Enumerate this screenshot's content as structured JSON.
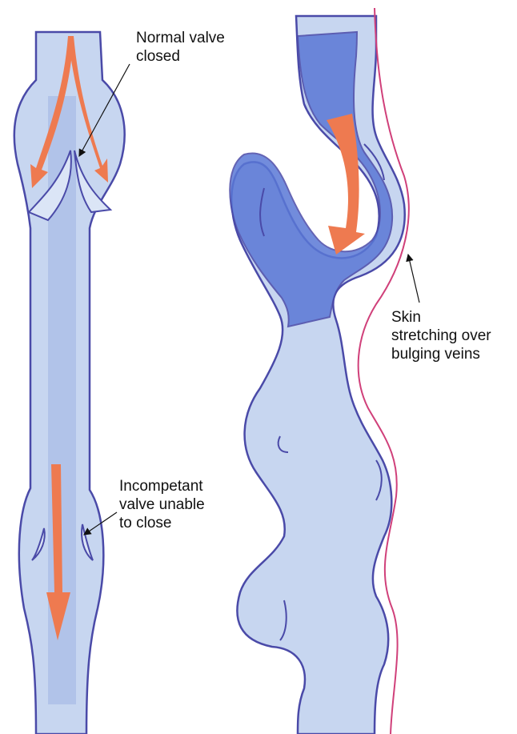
{
  "labels": {
    "normal_valve": [
      "Normal valve",
      "closed"
    ],
    "incompetent_valve": [
      "Incompetant",
      "valve unable",
      "to close"
    ],
    "skin": [
      "Skin",
      "stretching over",
      "bulging veins"
    ]
  },
  "colors": {
    "vein_outline": "#4a4aa8",
    "vein_fill_light": "#c7d6f0",
    "vein_fill_mid": "#9fb4e4",
    "vein_fill_dark": "#5a78d6",
    "blood_arrow": "#ee7a50",
    "skin_line": "#d0407a",
    "pointer": "#111111"
  }
}
